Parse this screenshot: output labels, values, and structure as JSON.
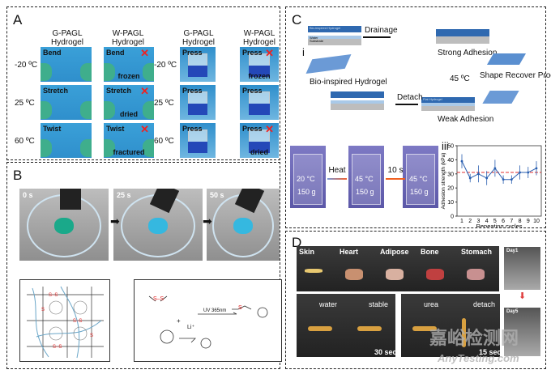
{
  "panels": {
    "a": "A",
    "b": "B",
    "c": "C",
    "d": "D"
  },
  "panel_a": {
    "headers": [
      "G-PAGL\nHydrogel",
      "W-PAGL\nHydrogel",
      "G-PAGL\nHydrogel",
      "W-PAGL\nHydrogel"
    ],
    "temps": [
      "-20 ºC",
      "25 ºC",
      "60 ºC"
    ],
    "left_grid": [
      [
        {
          "label": "Bend",
          "fail": false,
          "note": ""
        },
        {
          "label": "Bend",
          "fail": true,
          "note": "frozen"
        }
      ],
      [
        {
          "label": "Stretch",
          "fail": false,
          "note": ""
        },
        {
          "label": "Stretch",
          "fail": true,
          "note": "dried"
        }
      ],
      [
        {
          "label": "Twist",
          "fail": false,
          "note": ""
        },
        {
          "label": "Twist",
          "fail": true,
          "note": "fractured"
        }
      ]
    ],
    "right_grid": [
      [
        {
          "label": "Press",
          "fail": false,
          "note": ""
        },
        {
          "label": "Press",
          "fail": true,
          "note": "frozen"
        }
      ],
      [
        {
          "label": "Press",
          "fail": false,
          "note": ""
        },
        {
          "label": "Press",
          "fail": false,
          "note": ""
        }
      ],
      [
        {
          "label": "Press",
          "fail": false,
          "note": ""
        },
        {
          "label": "Press",
          "fail": true,
          "note": "dried"
        }
      ]
    ],
    "fail_mark": "✕"
  },
  "panel_b": {
    "times": [
      "0 s",
      "25 s",
      "50 s"
    ],
    "reaction": {
      "uv": "UV 365nm",
      "plus": "+",
      "li": "Li⁺"
    }
  },
  "panel_c": {
    "sub_i": "i",
    "sub_iii": "iii",
    "scheme": {
      "bio_hydrogel_label": "Bio-inspired Hydrogel",
      "drainage": "Drainage",
      "strong": "Strong Adhesion",
      "shape": "Shape Recover\nProcess",
      "temp": "45 ºC",
      "weak": "Weak Adhesion",
      "detach": "Detach",
      "layer_bio": "Bio-inspired Hydrogel",
      "layer_water": "Water",
      "layer_substrate": "Substrate",
      "layer_flat": "Flat Hydrogel"
    },
    "beakers": [
      {
        "temp": "20 °C",
        "mass": "150 g"
      },
      {
        "temp": "45 °C",
        "mass": "150 g"
      },
      {
        "temp": "45 °C",
        "mass": "150 g"
      }
    ],
    "arrows": [
      "Heat",
      "10 s"
    ]
  },
  "chart_data": {
    "type": "line",
    "xlabel": "Repeating cycles",
    "ylabel": "Adhesion strength (kPa)",
    "x": [
      1,
      2,
      3,
      4,
      5,
      6,
      7,
      8,
      9,
      10
    ],
    "values": [
      39,
      27,
      30,
      27,
      34,
      26,
      26,
      31,
      31,
      34
    ],
    "errors": [
      5,
      3,
      6,
      5,
      6,
      3,
      3,
      5,
      4,
      5
    ],
    "reference_line": 31,
    "ylim": [
      0,
      50
    ],
    "yticks": [
      0,
      10,
      20,
      30,
      40,
      50
    ],
    "xticks": [
      "1",
      "2",
      "3",
      "4",
      "5",
      "6",
      "7",
      "8",
      "9",
      "10"
    ],
    "colors": {
      "series": "#2a5fb0",
      "reference": "#e23030"
    }
  },
  "panel_d": {
    "tissues": [
      "Skin",
      "Heart",
      "Adipose",
      "Bone",
      "Stomach"
    ],
    "left_pair": [
      "water",
      "stable",
      "30 sec"
    ],
    "right_pair": [
      "urea",
      "detach",
      "15 sec"
    ],
    "days": [
      "Day1",
      "Day5"
    ]
  },
  "watermark": {
    "cn": "嘉峪检测网",
    "en": "AnyTesting.com"
  }
}
